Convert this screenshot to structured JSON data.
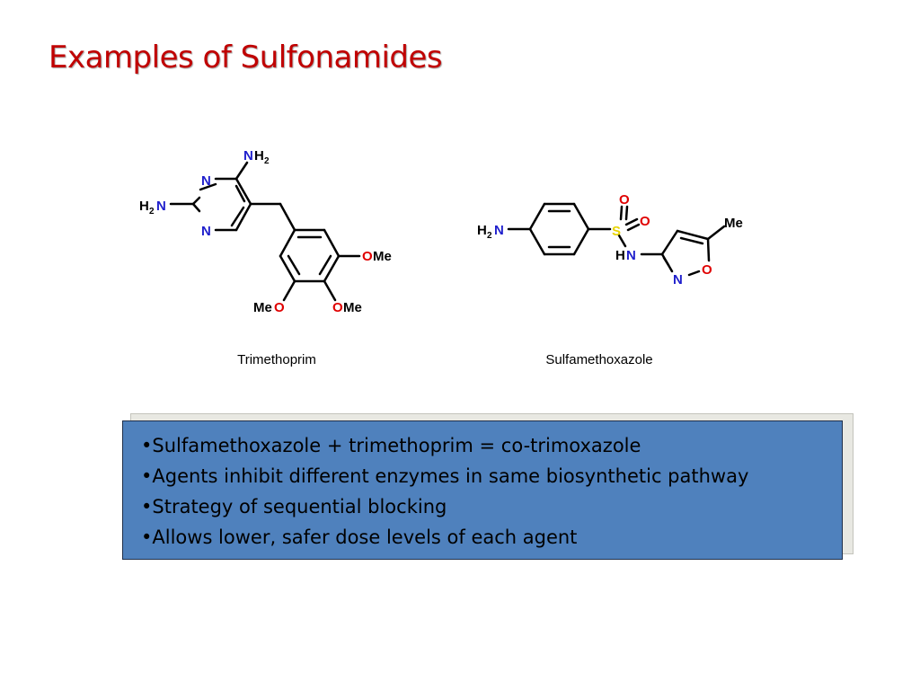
{
  "slide": {
    "title": "Examples of Sulfonamides"
  },
  "structures": {
    "trimethoprim": {
      "name": "Trimethoprim",
      "atoms": {
        "nh2_top_N": "N",
        "nh2_top_H": "H",
        "nh2_top_sub": "2",
        "ring_n1": "N",
        "ring_n2": "N",
        "nh2_left_H": "H",
        "nh2_left_sub": "2",
        "nh2_left_N": "N",
        "ome_right_O": "O",
        "ome_right_Me": "Me",
        "ome_bl_Me": "Me",
        "ome_bl_O": "O",
        "ome_bm_O": "O",
        "ome_bm_Me": "Me"
      }
    },
    "sulfamethoxazole": {
      "name": "Sulfamethoxazole",
      "atoms": {
        "h2n_H": "H",
        "h2n_sub": "2",
        "h2n_N": "N",
        "S": "S",
        "O_top": "O",
        "O_right": "O",
        "HN_H": "H",
        "HN_N": "N",
        "ring_N": "N",
        "ring_O": "O",
        "Me": "Me"
      }
    }
  },
  "bullets": [
    "•Sulfamethoxazole + trimethoprim = co-trimoxazole",
    "•Agents inhibit different enzymes in same biosynthetic pathway",
    "•Strategy of sequential blocking",
    "•Allows lower, safer dose levels of each agent"
  ],
  "colors": {
    "title": "#c00000",
    "nitrogen": "#1f1fcc",
    "oxygen": "#e00000",
    "sulfur": "#e8d400",
    "box_fill": "#4f81bd"
  }
}
